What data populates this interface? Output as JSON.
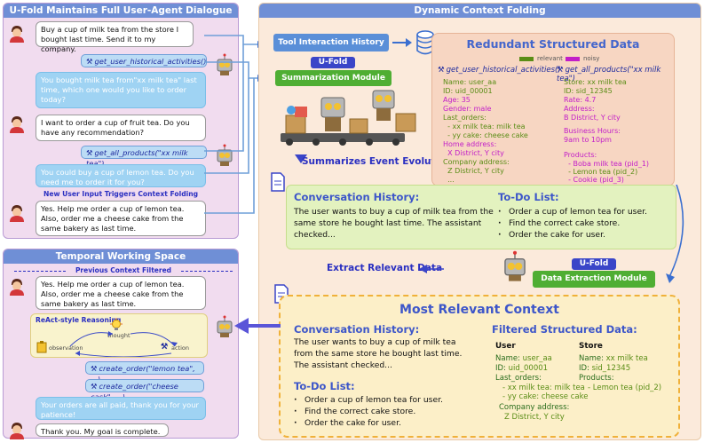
{
  "left_top": {
    "title": "U-Fold Maintains Full User-Agent Dialogue",
    "messages": [
      "Buy a cup of milk tea from the store I bought last time. Send it to my company.",
      "get_user_historical_activities()",
      "You bought milk tea from\"xx milk tea\" last time, which one would you like to order today?",
      "I want to order a cup of fruit tea. Do you have any recommendation?",
      "get_all_products(\"xx milk tea\")",
      "You could buy a cup of lemon tea. Do you need me to order it for you?",
      "Yes. Help me order a cup of lemon tea. Also, order me a cheese cake from the same bakery as last time."
    ],
    "trigger_note": "New User Input Triggers Context Folding"
  },
  "left_bottom": {
    "title": "Temporal Working Space",
    "prev_note": "Previous Context Filtered",
    "user_msg": "Yes. Help me order a cup of lemon tea. Also, order me a cheese cake from the same bakery as last time.",
    "react_title": "ReAct-style Reasoning",
    "react_thought": "thought",
    "react_observation": "observation",
    "react_action": "action",
    "call1": "create_order(\"lemon tea\", ...)",
    "call2": "create_order(\"cheese cask\", ...)",
    "bot_msg": "Your orders are all paid, thank you for your patience!",
    "final_user": "Thank you. My goal is complete."
  },
  "right": {
    "title": "Dynamic Context Folding",
    "tool_history": "Tool Interaction History",
    "ufold": "U-Fold",
    "summarization_module": "Summarization Module",
    "summarizes_label": "Summarizes Event Evolution",
    "extract_label": "Extract Relevant Data",
    "extraction_module": "Data Extraction Module",
    "redundant": {
      "title": "Redundant Structured Data",
      "legend_relevant": "relevant",
      "legend_noisy": "noisy",
      "call_left": "get_user_historical_activities()",
      "call_right": "get_all_products(\"xx milk tea\")",
      "left_relevant_1": [
        "Name: user_aa",
        "ID: uid_00001"
      ],
      "left_noisy_1": [
        "Age: 35",
        "Gender: male"
      ],
      "left_relevant_2": [
        "Last_orders:",
        "  - xx milk tea: milk tea",
        "  - yy cake: cheese cake"
      ],
      "left_noisy_2": [
        "Home address:",
        "  X District, Y city"
      ],
      "left_relevant_3": [
        "Company address:",
        "  Z District, Y city",
        "  ..."
      ],
      "right_relevant_1": [
        "Store: xx milk tea",
        "ID: sid_12345"
      ],
      "right_noisy_1": [
        "Rate: 4.7",
        "Address:",
        "B District, Y city",
        "",
        "Business Hours:",
        "9am to 10pm"
      ],
      "right_noisy_2": [
        "Products:",
        "  - Boba milk tea (pid_1)"
      ],
      "right_relevant_2": [
        "  - Lemon tea (pid_2)"
      ],
      "right_noisy_3": [
        "  - Cookie (pid_3)",
        "  ..."
      ]
    },
    "conv": {
      "heading": "Conversation History:",
      "text": "The user wants to buy a cup of milk tea from the same store he bought last time. The assistant checked...",
      "todo_heading": "To-Do List:",
      "todos": [
        "Order a cup of lemon tea for user.",
        "Find the correct cake store.",
        "Order the cake for user."
      ]
    },
    "most": {
      "title": "Most Relevant Context",
      "conv_heading": "Conversation History:",
      "conv_text": "The user wants to buy a cup of milk tea from the same store he bought last time. The assistant checked...",
      "todo_heading": "To-Do List:",
      "todos": [
        "Order a cup of lemon tea for user.",
        "Find the correct cake store.",
        "Order the cake for user."
      ],
      "filtered_heading": "Filtered Structured Data:",
      "user_head": "User",
      "store_head": "Store",
      "user_name_k": "Name:",
      "user_name_v": "user_aa",
      "user_id_k": "ID:",
      "user_id_v": "uid_00001",
      "user_orders_k": "Last_orders:",
      "user_orders_1": "- xx milk tea: milk tea",
      "user_orders_2": "- yy cake: cheese cake",
      "user_addr_k": "Company address:",
      "user_addr_v": "Z District, Y city",
      "store_name_k": "Name:",
      "store_name_v": "xx milk tea",
      "store_id_k": "ID:",
      "store_id_v": "sid_12345",
      "store_prod_k": "Products:",
      "store_prod_v": "- Lemon tea (pid_2)"
    }
  },
  "colors": {
    "panel_blue": "#6f8fd6",
    "left_bg": "#f1dcef",
    "right_bg": "#fbeadb",
    "green_module": "#4fae33",
    "ufold_tag": "#3a45c8",
    "relevant": "#5a8d16",
    "noisy": "#c21ec8"
  }
}
